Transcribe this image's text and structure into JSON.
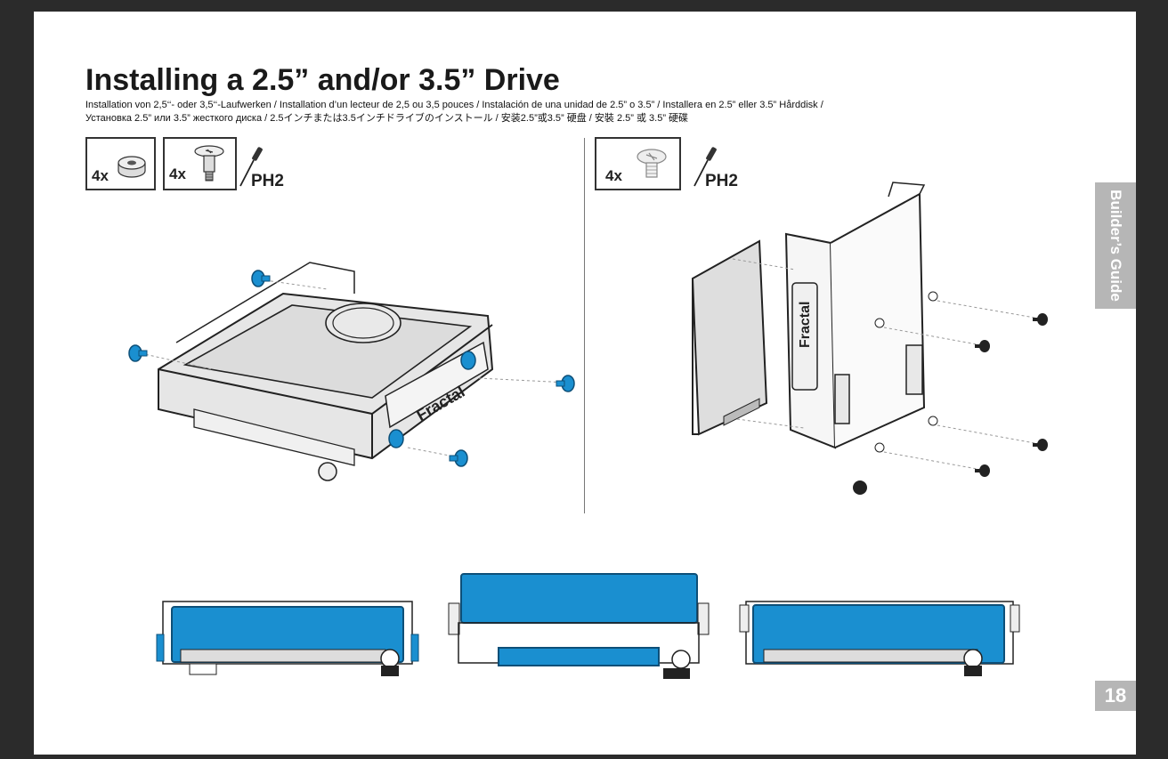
{
  "title": "Installing a 2.5” and/or 3.5” Drive",
  "subtitle": {
    "line1": "Installation von 2,5‘‘- oder 3,5‘‘-Laufwerken / Installation d’un lecteur de 2,5 ou 3,5 pouces / Instalación de una unidad de 2.5” o 3.5” / Installera en 2.5” eller 3.5” Hårddisk /",
    "line2": "Установка 2.5” или 3.5” жесткого диска / 2.5インチまたは3.5インチドライブのインストール / 安装2.5”或3.5” 硬盘 / 安裝 2.5” 或 3.5” 硬碟"
  },
  "left_parts": {
    "grommet_qty": "4x",
    "screw_qty": "4x",
    "tool": "PH2",
    "grommet_icon": "rubber-grommet-icon",
    "screw_icon": "shoulder-screw-icon",
    "tool_icon": "screwdriver-icon"
  },
  "right_parts": {
    "screw_qty": "4x",
    "tool": "PH2",
    "screw_icon": "flat-head-screw-icon",
    "tool_icon": "screwdriver-icon"
  },
  "bracket_logo": "Fractal",
  "side_tab": "Builder’s Guide",
  "page_number": "18",
  "colors": {
    "accent_blue": "#1a8fd0",
    "line": "#222222",
    "tab_gray": "#b6b6b6"
  }
}
